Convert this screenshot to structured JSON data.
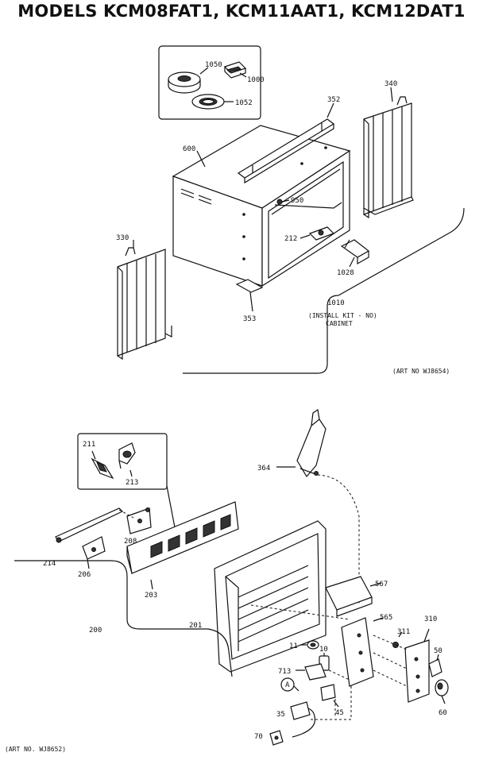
{
  "title": "MODELS KCM08FAT1, KCM11AAT1, KCM12DAT1",
  "upper": {
    "art_no": "(ART NO WJ8654)",
    "note_line1": "(INSTALL  KIT - NO)",
    "note_line2": "CABINET",
    "labels": {
      "p1050": "1050",
      "p1000": "1000",
      "p1052": "1052",
      "p352": "352",
      "p340": "340",
      "p600": "600",
      "p950": "950",
      "p212": "212",
      "p330": "330",
      "p1028": "1028",
      "p1010": "1010",
      "p353": "353"
    }
  },
  "lower": {
    "art_no": "(ART NO. WJ8652)",
    "labels": {
      "p211": "211",
      "p213": "213",
      "p364": "364",
      "p208": "208",
      "p214": "214",
      "p206": "206",
      "p203": "203",
      "p567": "567",
      "p200": "200",
      "p201": "201",
      "p565": "565",
      "p310": "310",
      "p311": "311",
      "p11": "11",
      "p10": "10",
      "p50": "50",
      "p713": "713",
      "pA": "A",
      "p45": "45",
      "p35": "35",
      "p60": "60",
      "p70": "70"
    }
  }
}
